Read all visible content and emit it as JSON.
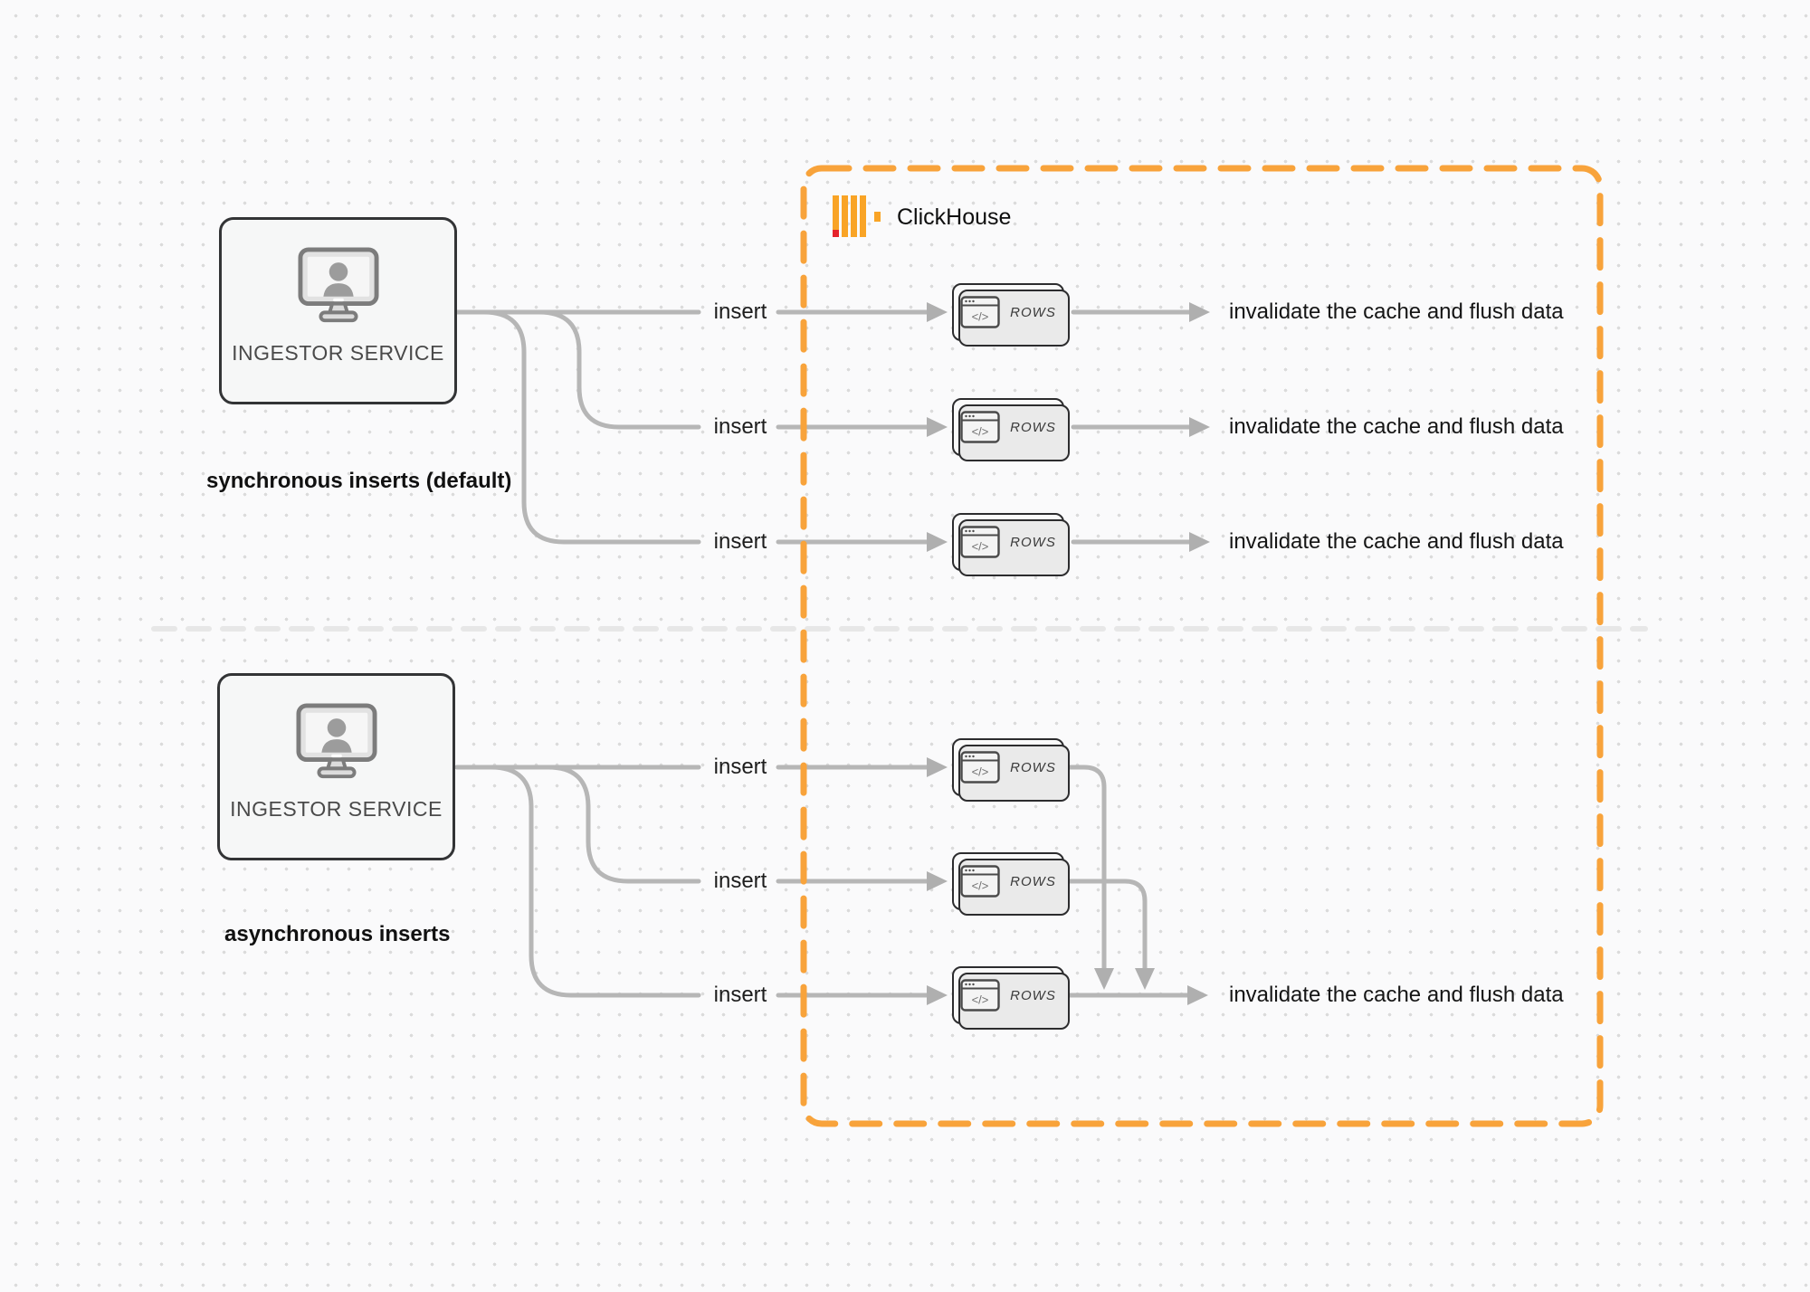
{
  "diagram": {
    "clickhouse": {
      "label": "ClickHouse",
      "logo_icon": "clickhouse-logo"
    },
    "sync": {
      "service_label": "INGESTOR SERVICE",
      "service_icon": "monitor-user-icon",
      "caption": "synchronous inserts (default)",
      "inserts": [
        {
          "label": "insert",
          "rows_label": "ROWS",
          "result": "invalidate the cache and flush data"
        },
        {
          "label": "insert",
          "rows_label": "ROWS",
          "result": "invalidate the cache and flush data"
        },
        {
          "label": "insert",
          "rows_label": "ROWS",
          "result": "invalidate the cache and flush data"
        }
      ]
    },
    "async": {
      "service_label": "INGESTOR SERVICE",
      "service_icon": "monitor-user-icon",
      "caption": "asynchronous inserts",
      "inserts": [
        {
          "label": "insert",
          "rows_label": "ROWS"
        },
        {
          "label": "insert",
          "rows_label": "ROWS"
        },
        {
          "label": "insert",
          "rows_label": "ROWS"
        }
      ],
      "result": "invalidate the cache and flush data"
    },
    "icons": {
      "rows_card": "code-window-icon"
    },
    "colors": {
      "accent_orange": "#F8A33B",
      "logo_bar": "#F9A426",
      "logo_red": "#E5232B",
      "connector_gray": "#B6B6B6",
      "divider_gray": "#E7E7E7"
    }
  }
}
